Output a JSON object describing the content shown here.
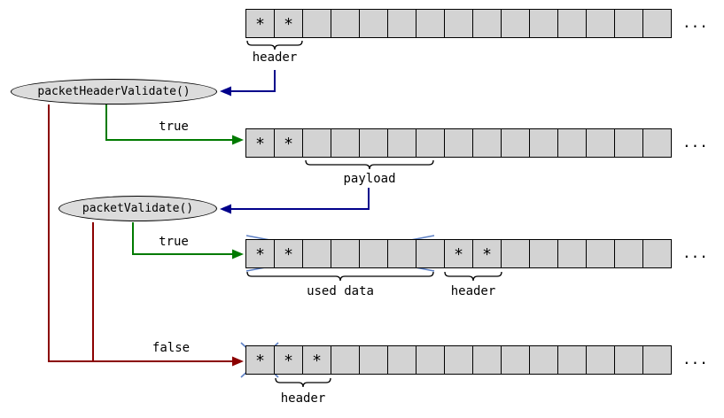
{
  "colors": {
    "cell_fill": "#d3d3d3",
    "node_fill": "#dcdcdc",
    "navy": "#00008b",
    "green": "#007a00",
    "red": "#8b0000",
    "cross": "#5c7fc4"
  },
  "nodes": {
    "packet_header_validate": "packetHeaderValidate()",
    "packet_validate": "packetValidate()"
  },
  "labels": {
    "header1": "header",
    "payload": "payload",
    "true1": "true",
    "true2": "true",
    "used_data": "used data",
    "header3": "header",
    "false1": "false",
    "header4": "header"
  },
  "ellipsis": "...",
  "arrays": {
    "row1": {
      "cells": [
        "*",
        "*",
        "",
        "",
        "",
        "",
        "",
        "",
        "",
        "",
        "",
        "",
        "",
        "",
        ""
      ]
    },
    "row2": {
      "cells": [
        "*",
        "*",
        "",
        "",
        "",
        "",
        "",
        "",
        "",
        "",
        "",
        "",
        "",
        "",
        ""
      ]
    },
    "row3": {
      "cells": [
        "*",
        "*",
        "",
        "",
        "",
        "",
        "",
        "*",
        "*",
        "",
        "",
        "",
        "",
        "",
        ""
      ]
    },
    "row4": {
      "cells": [
        "*",
        "*",
        "*",
        "",
        "",
        "",
        "",
        "",
        "",
        "",
        "",
        "",
        "",
        "",
        ""
      ]
    }
  }
}
